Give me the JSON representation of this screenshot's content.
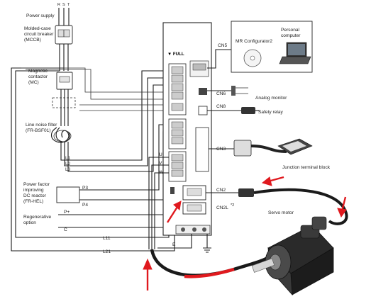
{
  "labels": {
    "r": "R",
    "s": "S",
    "t": "T",
    "power_supply": "Power supply",
    "mccb_1": "Molded-case",
    "mccb_2": "circuit breaker",
    "mccb_3": "(MCCB)",
    "mc_1": "Magnetic",
    "mc_2": "contactor",
    "mc_3": "(MC)",
    "filter_1": "Line noise filter",
    "filter_2": "(FR-BSF01)",
    "l1": "L1",
    "l2": "L2",
    "l3": "L3",
    "dcr_1": "Power factor",
    "dcr_2": "improving",
    "dcr_3": "DC reactor",
    "dcr_4": "(FR-HEL)",
    "p3": "P3",
    "p4": "P4",
    "regen_1": "Regenerative",
    "regen_2": "option",
    "p_plus": "P+",
    "c": "C",
    "l11": "L11",
    "l21": "L21",
    "u": "U",
    "v": "V",
    "w": "W",
    "e": "E",
    "brand": "▼ FULL",
    "cn5": "CN5",
    "cn6": "CN6",
    "cn8": "CN8",
    "cn3": "CN3",
    "cn2": "CN2",
    "cn2l": "CN2L",
    "cn2l_note": "*2",
    "mr_configurator": "MR Configurator2",
    "pc_1": "Personal",
    "pc_2": "computer",
    "analog_monitor": "Analog monitor",
    "safety_relay": "Safety relay",
    "junction_block": "Junction terminal block",
    "servo_motor": "Servo motor"
  },
  "colors": {
    "annotation_arrow": "#e0191e",
    "cable_highlight": "#e0191e",
    "wire": "#1a1a1a",
    "motor_body": "#2a2a2a"
  }
}
